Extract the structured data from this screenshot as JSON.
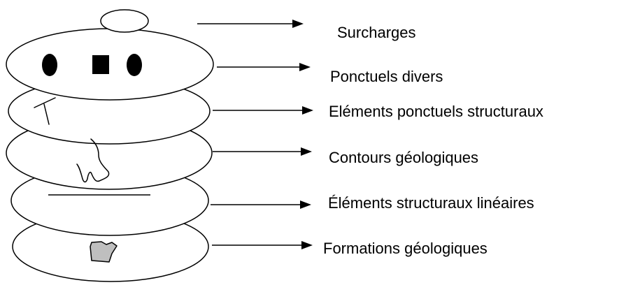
{
  "diagram": {
    "colors": {
      "stroke": "#000000",
      "fill": "#ffffff",
      "symbol_fill": "#000000",
      "shape_fill": "#bfbfbf"
    },
    "layers": [
      {
        "id": "surcharges",
        "label": "Surcharges",
        "symbol": "none"
      },
      {
        "id": "ponctuels-divers",
        "label": "Ponctuels divers",
        "symbol": "circle-square-circle"
      },
      {
        "id": "elements-ponctuels-structuraux",
        "label": "Eléments ponctuels structuraux",
        "symbol": "strike-dip"
      },
      {
        "id": "contours-geologiques",
        "label": "Contours géologiques",
        "symbol": "contour-line"
      },
      {
        "id": "elements-structuraux-lineaires",
        "label": "Éléments structuraux linéaires",
        "symbol": "straight-line"
      },
      {
        "id": "formations-geologiques",
        "label": "Formations géologiques",
        "symbol": "polygon"
      }
    ]
  }
}
